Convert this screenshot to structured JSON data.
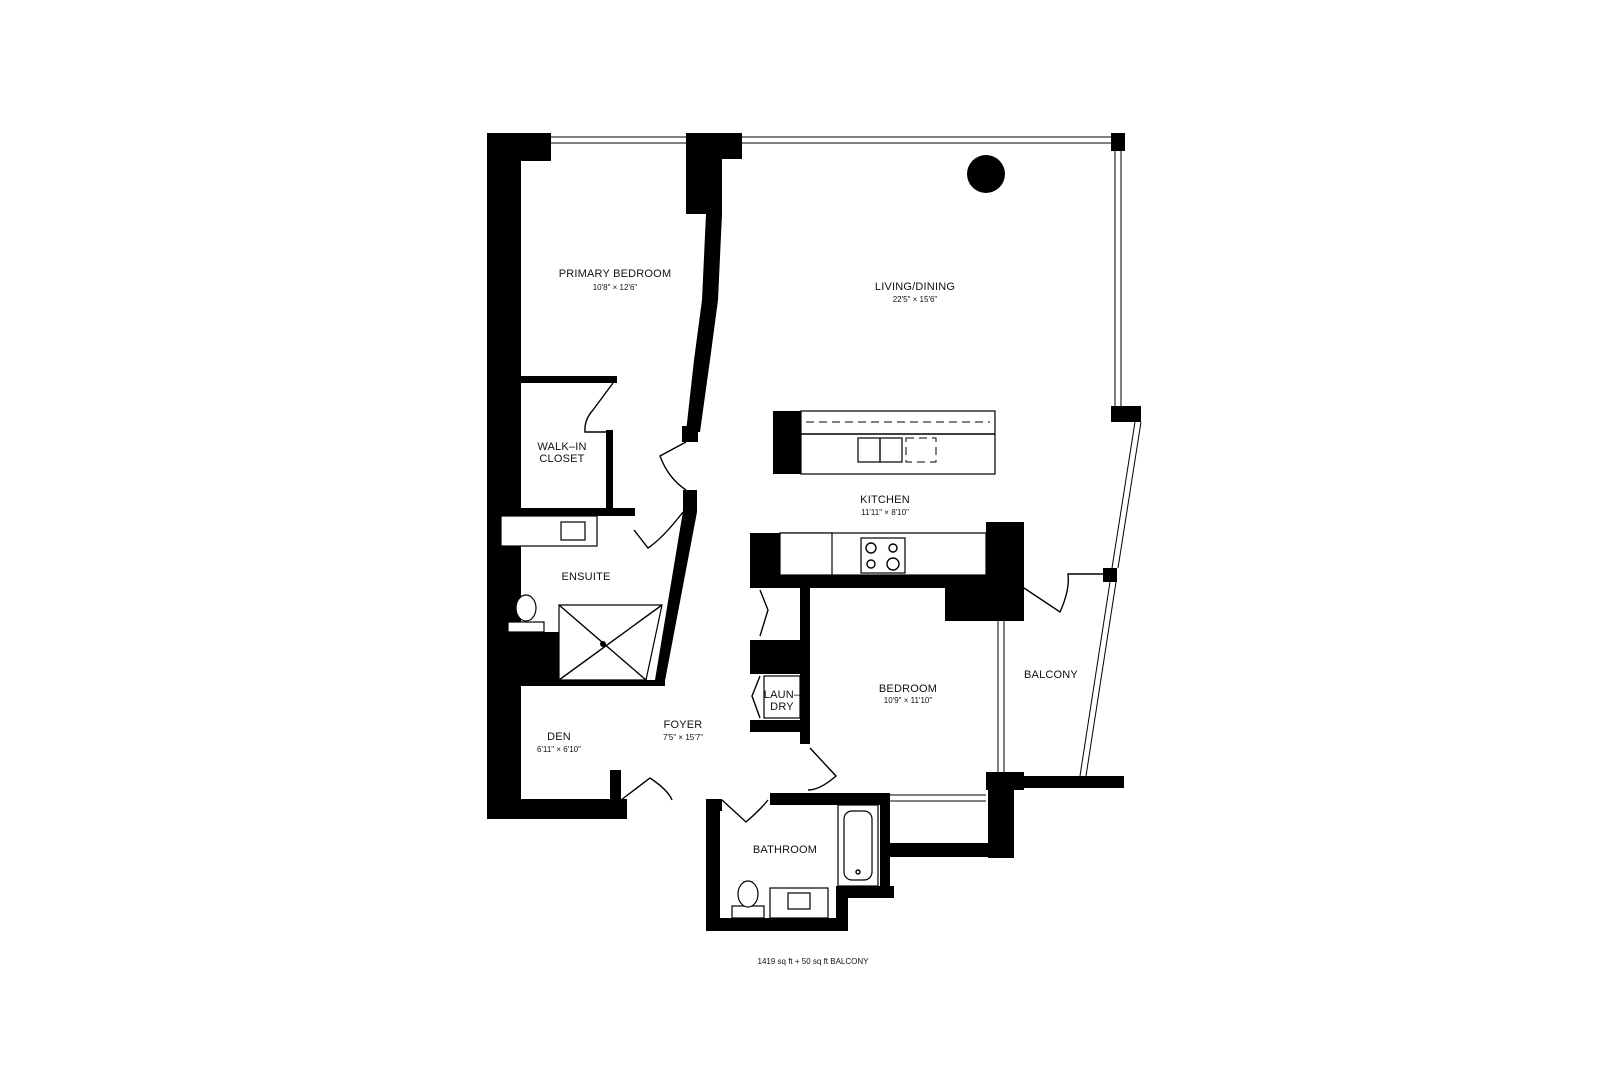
{
  "rooms": {
    "primary_bedroom": {
      "name": "PRIMARY BEDROOM",
      "dims": "10'8\" × 12'6\""
    },
    "walk_in_closet": {
      "name_line1": "WALK–IN",
      "name_line2": "CLOSET"
    },
    "living_dining": {
      "name": "LIVING/DINING",
      "dims": "22'5\" × 15'6\""
    },
    "kitchen": {
      "name": "KITCHEN",
      "dims": "11'11\" × 8'10\""
    },
    "ensuite": {
      "name": "ENSUITE"
    },
    "den": {
      "name": "DEN",
      "dims": "6'11\" × 6'10\""
    },
    "foyer": {
      "name": "FOYER",
      "dims": "7'5\" × 15'7\""
    },
    "laundry": {
      "name_line1": "LAUN–",
      "name_line2": "DRY"
    },
    "bedroom": {
      "name": "BEDROOM",
      "dims": "10'9\" × 11'10\""
    },
    "balcony": {
      "name": "BALCONY"
    },
    "bathroom": {
      "name": "BATHROOM"
    }
  },
  "area_note": "1419 sq ft + 50 sq ft BALCONY",
  "colors": {
    "wall": "#000000",
    "background": "#ffffff"
  }
}
